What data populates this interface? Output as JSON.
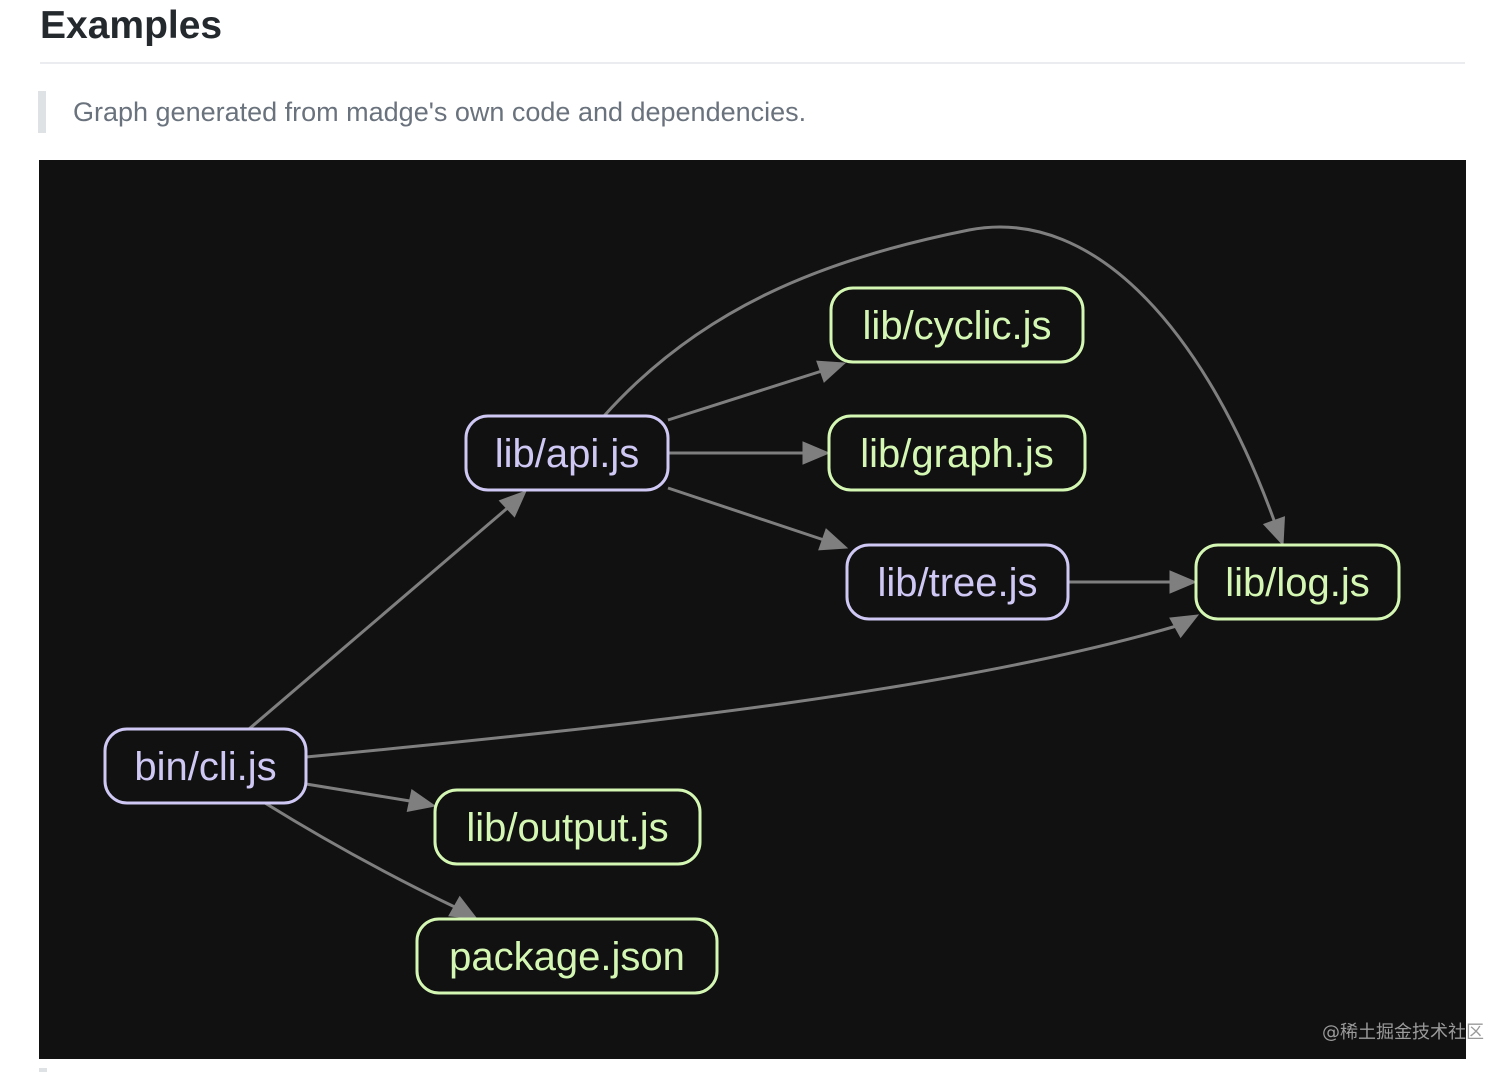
{
  "section": {
    "title": "Examples",
    "caption": "Graph generated from madge's own code and dependencies."
  },
  "graph": {
    "background_color": "#111111",
    "edge_color": "#7f7f7f",
    "node_fill": "#111111",
    "node_styles": {
      "has_dependencies": "#cfc8f4",
      "no_dependencies": "#d4f8b4"
    },
    "nodes": [
      {
        "id": "bin/cli.js",
        "label": "bin/cli.js",
        "style": "has_dependencies"
      },
      {
        "id": "lib/api.js",
        "label": "lib/api.js",
        "style": "has_dependencies"
      },
      {
        "id": "lib/cyclic.js",
        "label": "lib/cyclic.js",
        "style": "no_dependencies"
      },
      {
        "id": "lib/graph.js",
        "label": "lib/graph.js",
        "style": "no_dependencies"
      },
      {
        "id": "lib/tree.js",
        "label": "lib/tree.js",
        "style": "has_dependencies"
      },
      {
        "id": "lib/log.js",
        "label": "lib/log.js",
        "style": "no_dependencies"
      },
      {
        "id": "lib/output.js",
        "label": "lib/output.js",
        "style": "no_dependencies"
      },
      {
        "id": "package.json",
        "label": "package.json",
        "style": "no_dependencies"
      }
    ],
    "edges": [
      {
        "from": "bin/cli.js",
        "to": "lib/api.js"
      },
      {
        "from": "bin/cli.js",
        "to": "lib/log.js"
      },
      {
        "from": "bin/cli.js",
        "to": "lib/output.js"
      },
      {
        "from": "bin/cli.js",
        "to": "package.json"
      },
      {
        "from": "lib/api.js",
        "to": "lib/cyclic.js"
      },
      {
        "from": "lib/api.js",
        "to": "lib/graph.js"
      },
      {
        "from": "lib/api.js",
        "to": "lib/tree.js"
      },
      {
        "from": "lib/api.js",
        "to": "lib/log.js"
      },
      {
        "from": "lib/tree.js",
        "to": "lib/log.js"
      }
    ]
  },
  "watermark": "@稀土掘金技术社区"
}
